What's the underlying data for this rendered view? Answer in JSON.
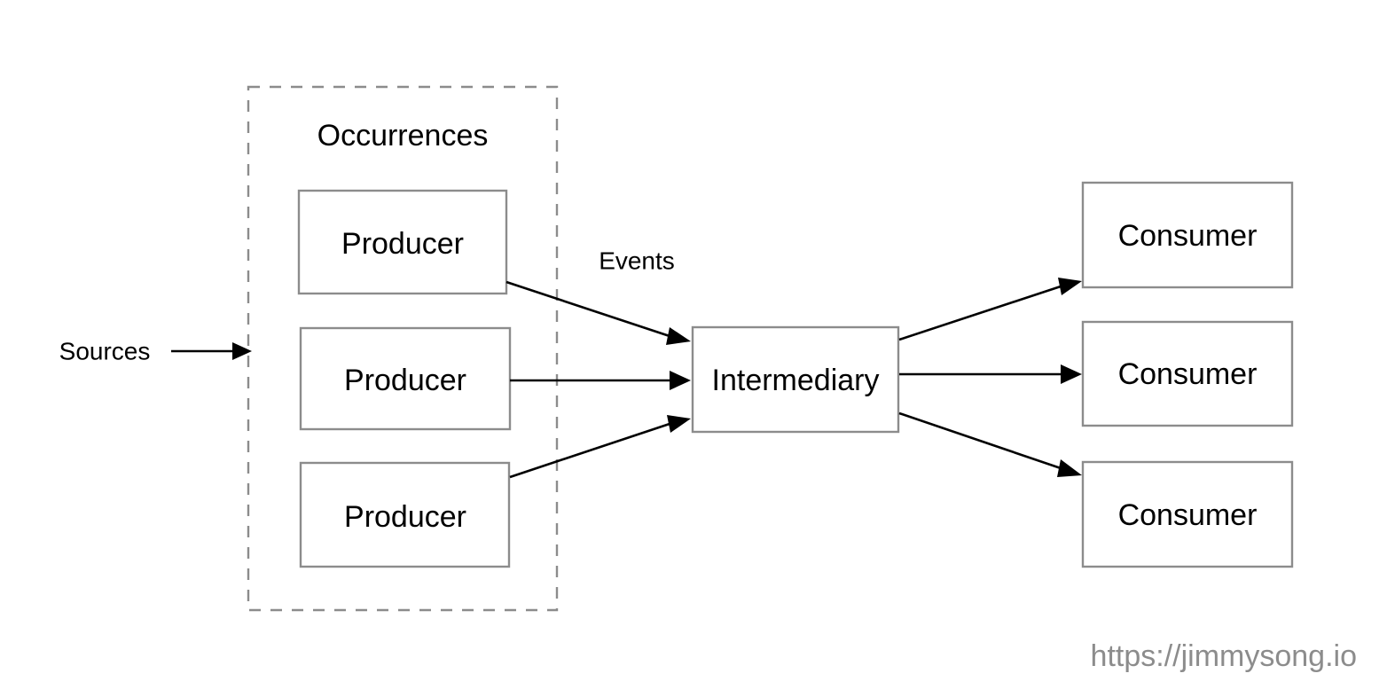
{
  "diagram": {
    "title_group": {
      "label": "Occurrences"
    },
    "producers": [
      {
        "label": "Producer"
      },
      {
        "label": "Producer"
      },
      {
        "label": "Producer"
      }
    ],
    "intermediary": {
      "label": "Intermediary"
    },
    "consumers": [
      {
        "label": "Consumer"
      },
      {
        "label": "Consumer"
      },
      {
        "label": "Consumer"
      }
    ],
    "edge_labels": {
      "sources": "Sources",
      "events": "Events"
    },
    "watermark": "https://jimmysong.io",
    "colors": {
      "background": "#ffffff",
      "box_stroke": "#8c8c8c",
      "arrow": "#000000",
      "text": "#000000",
      "watermark": "#8c8c8c"
    }
  }
}
